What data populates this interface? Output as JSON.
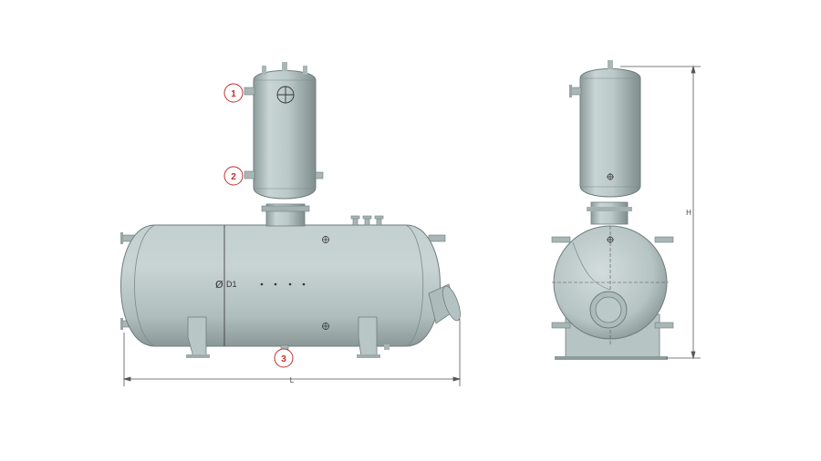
{
  "callouts": [
    {
      "label": "1"
    },
    {
      "label": "2"
    },
    {
      "label": "3"
    }
  ],
  "dimensions": {
    "length_label": "L",
    "height_label": "H",
    "diameter_label": "D1",
    "diameter_symbol": "Ø"
  },
  "colors": {
    "vessel_body": "#bcc9c9",
    "vessel_shadow": "#8e9c9c",
    "callout_red": "#c0302c",
    "dimension_line": "#555555"
  }
}
